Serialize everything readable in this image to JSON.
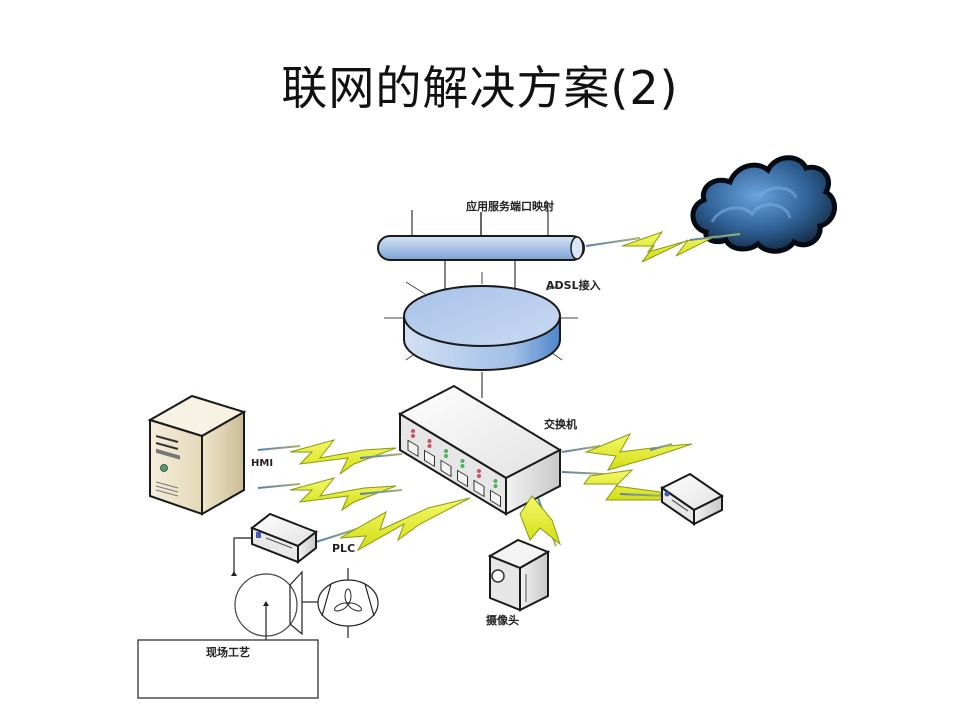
{
  "slide": {
    "title": "联网的解决方案(2)"
  },
  "diagram": {
    "labels": {
      "port_mapping": "应用服务端口映射",
      "adsl": "ADSL接入",
      "switch": "交换机",
      "hmi": "HMI",
      "plc": "PLC",
      "camera": "摄像头",
      "field_process": "现场工艺"
    },
    "nodes": [
      {
        "id": "internet",
        "icon": "cloud-icon"
      },
      {
        "id": "port-mapping-bus",
        "icon": "pipe-bus-icon"
      },
      {
        "id": "adsl-router",
        "icon": "router-disk-icon"
      },
      {
        "id": "switch",
        "icon": "network-switch-icon"
      },
      {
        "id": "hmi",
        "icon": "server-tower-icon"
      },
      {
        "id": "plc",
        "icon": "device-box-icon"
      },
      {
        "id": "remote-device",
        "icon": "device-box-icon"
      },
      {
        "id": "camera",
        "icon": "camera-icon"
      },
      {
        "id": "pump",
        "icon": "pump-icon"
      },
      {
        "id": "fan",
        "icon": "fan-icon"
      },
      {
        "id": "field-process",
        "icon": "process-box"
      }
    ],
    "links": [
      {
        "from": "port-mapping-bus",
        "to": "internet",
        "type": "wireless"
      },
      {
        "from": "hmi",
        "to": "switch",
        "type": "wireless"
      },
      {
        "from": "hmi",
        "to": "switch",
        "type": "wireless"
      },
      {
        "from": "plc",
        "to": "switch",
        "type": "wireless"
      },
      {
        "from": "switch",
        "to": "remote-device",
        "type": "wireless"
      },
      {
        "from": "switch",
        "to": "remote-device",
        "type": "wireless"
      },
      {
        "from": "switch",
        "to": "camera",
        "type": "wireless"
      },
      {
        "from": "adsl-router",
        "to": "switch",
        "type": "wired"
      },
      {
        "from": "port-mapping-bus",
        "to": "adsl-router",
        "type": "wired"
      }
    ],
    "colors": {
      "bolt": "#e8ee1a",
      "bolt_edge": "#8a9a10",
      "cloud_dark": "#0d1a2e",
      "cloud_light": "#5b93cc",
      "bus": "#a9c4e6",
      "router_top": "#b9cfee",
      "router_side": "#6b9bd6",
      "switch_body": "#efefef",
      "server_body": "#efe6cf",
      "led_red": "#c8506a",
      "led_green": "#4fb060"
    },
    "switch_port_leds": [
      "red",
      "red",
      "green",
      "green",
      "red",
      "green"
    ]
  }
}
